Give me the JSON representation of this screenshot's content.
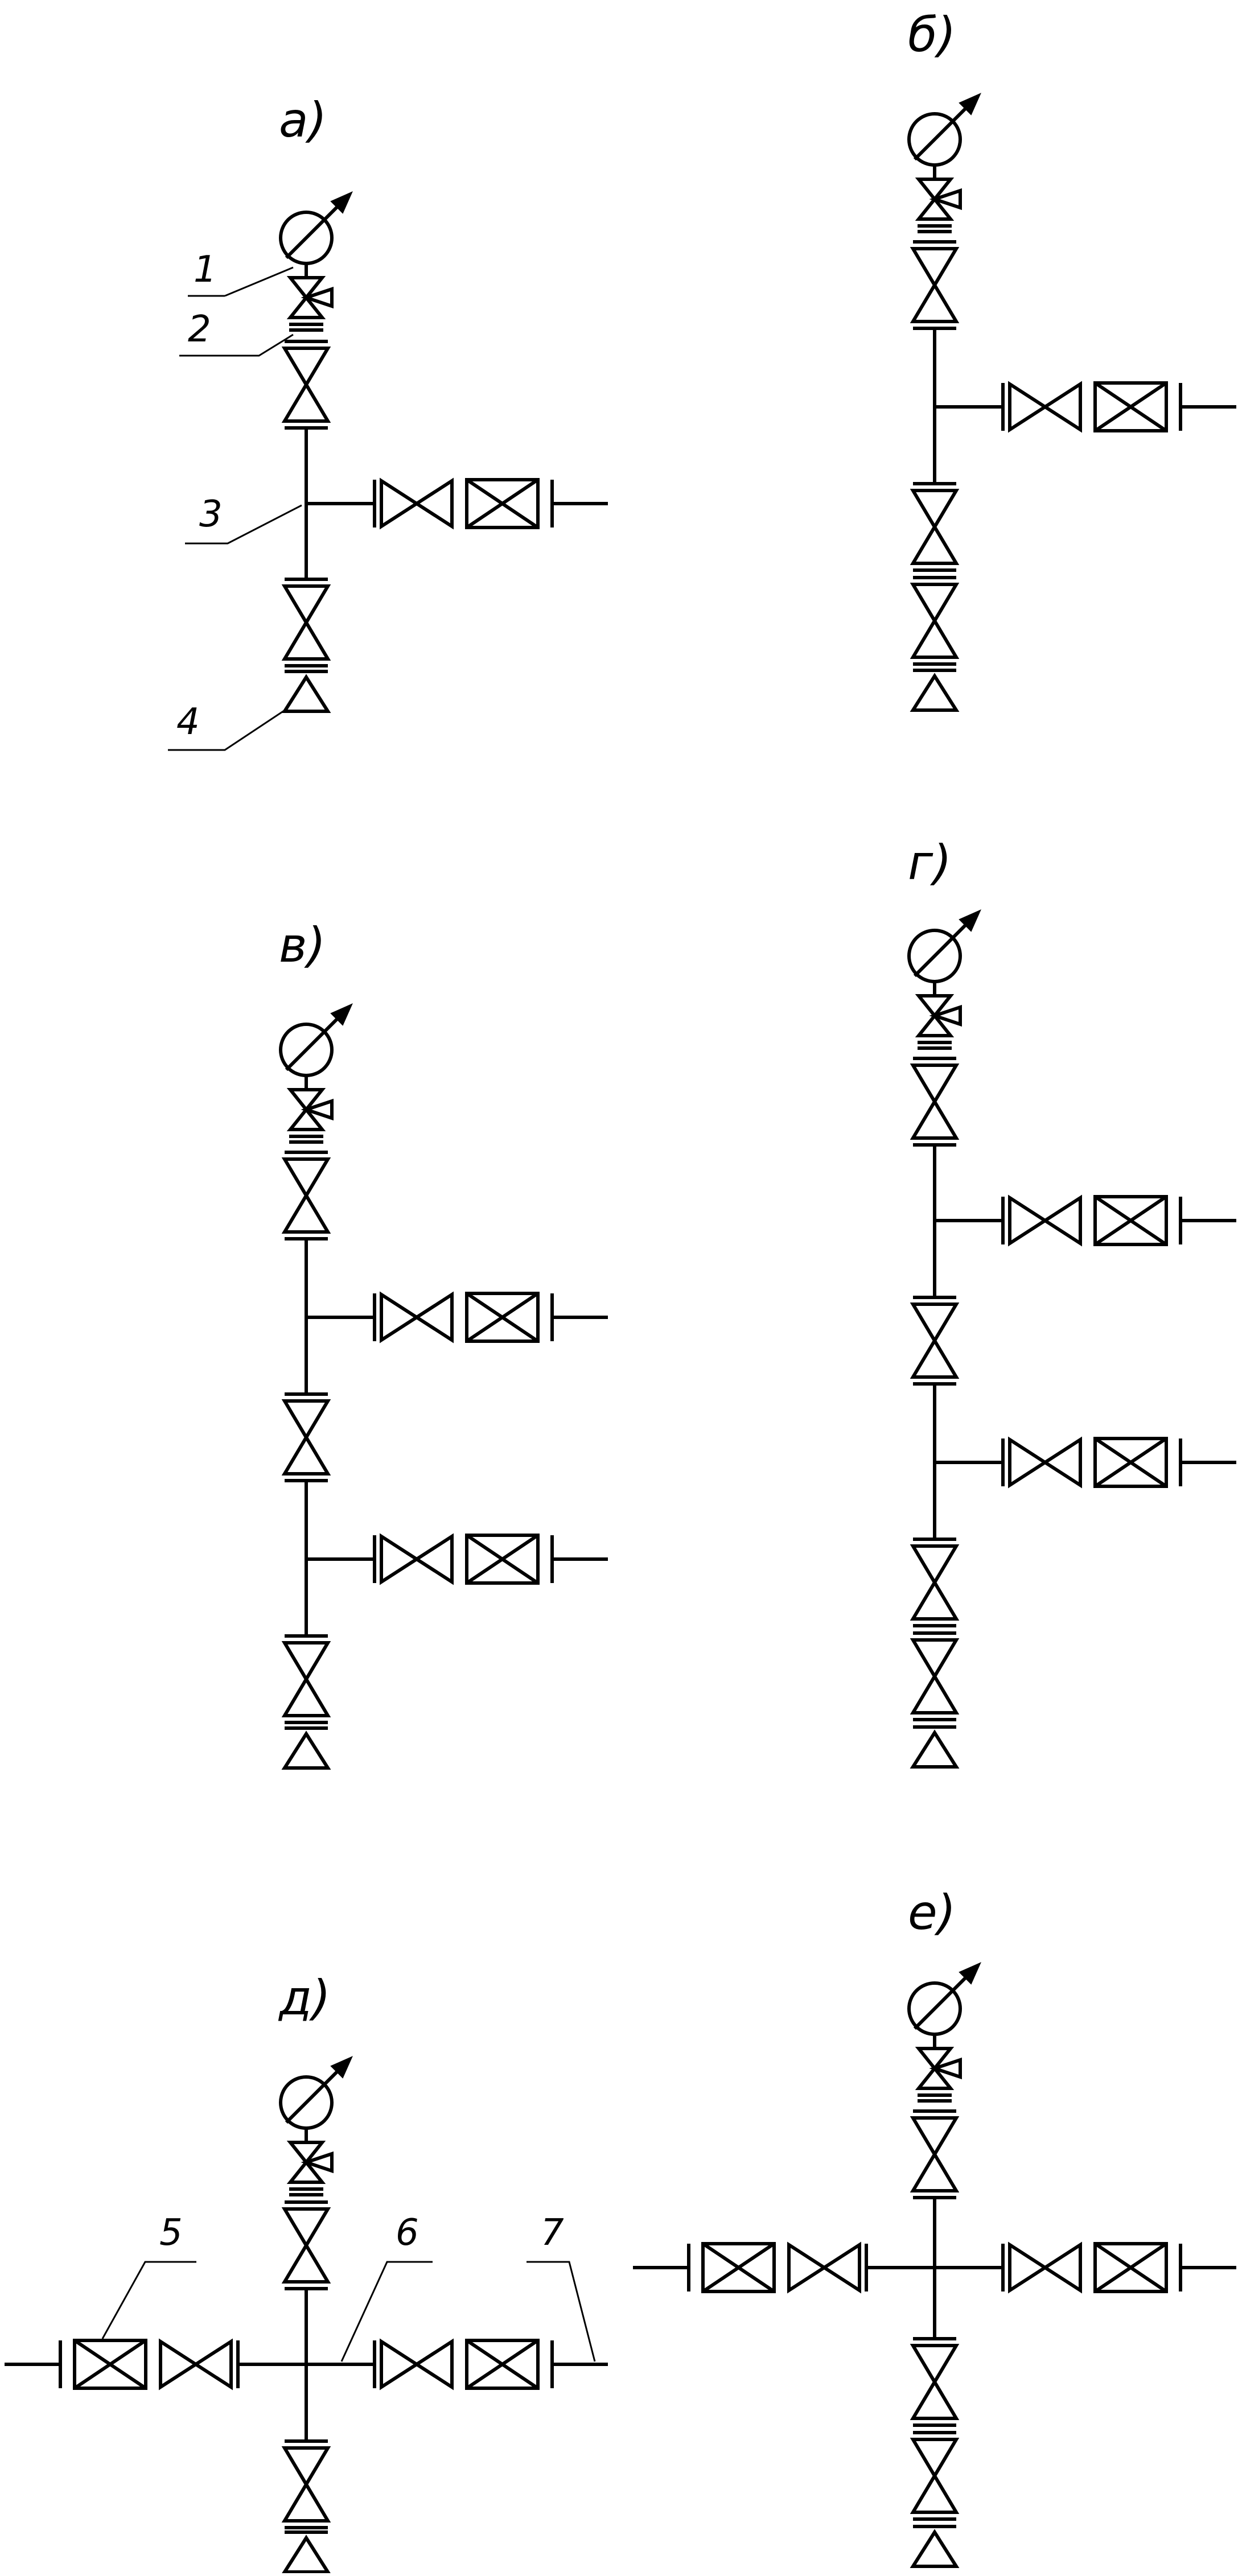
{
  "diagrams": [
    {
      "id": "a",
      "label": "а)"
    },
    {
      "id": "b",
      "label": "б)"
    },
    {
      "id": "v",
      "label": "в)"
    },
    {
      "id": "g",
      "label": "г)"
    },
    {
      "id": "d",
      "label": "д)"
    },
    {
      "id": "e",
      "label": "е)"
    }
  ],
  "callouts": {
    "c1": "1",
    "c2": "2",
    "c3": "3",
    "c4": "4",
    "c5": "5",
    "c6": "6",
    "c7": "7"
  }
}
